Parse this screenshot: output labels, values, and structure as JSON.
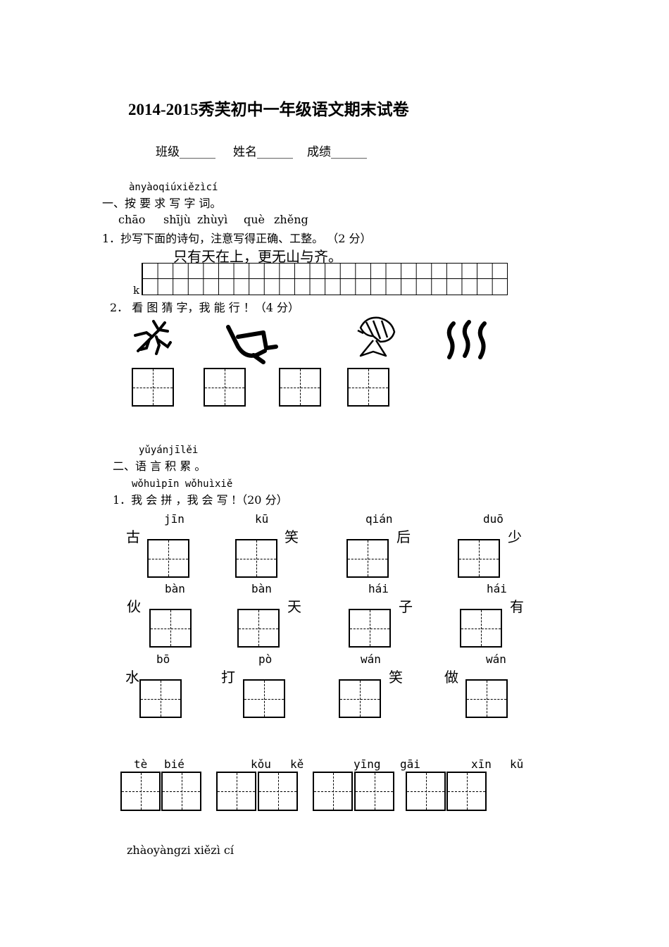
{
  "title": "2014-2015秀芙初中一年级语文期末试卷",
  "info": {
    "class_label": "班级______",
    "name_label": "姓名______",
    "score_label": "成绩______"
  },
  "section1": {
    "pinyin": "ànyàoqiúxiězìcí",
    "heading": "一、按 要  求  写 字 词。",
    "q1_pinyin": [
      "chāo",
      "shījù",
      "zhùyì",
      "què",
      "zhěng"
    ],
    "q1_text": "1．抄写下面的诗句，注意写得正确、工整。 （2 分）",
    "poem": "只有天在上，更无山与齐。",
    "q2_pinyin_k": "k",
    "q2_text": "2． 看 图 猜 字，我 能  行 ！（4 分）",
    "q2_small_1": "能",
    "q2_small_2": "行",
    "pictographs": [
      "insect-pictograph-icon",
      "vessel-pictograph-icon",
      "fish-pictograph-icon",
      "water-pictograph-icon"
    ]
  },
  "section2": {
    "pinyin": "yǔyánjīlěi",
    "heading": "二、语 言 积 累 。",
    "q1_pinyin": "wǒhuìpīn  wǒhuìxiě",
    "q1_text": "1．我 会  拼 ，我 会  写 !（20 分）",
    "row1": [
      {
        "pinyin": "jīn",
        "char": "古"
      },
      {
        "pinyin": "kū",
        "char": "笑"
      },
      {
        "pinyin": "qián",
        "char": "后"
      },
      {
        "pinyin": "duō",
        "char": "少"
      }
    ],
    "row2": [
      {
        "pinyin": "bàn",
        "char": "伙"
      },
      {
        "pinyin": "bàn",
        "char": "天"
      },
      {
        "pinyin": "hái",
        "char": "子"
      },
      {
        "pinyin": "hái",
        "char": "有"
      }
    ],
    "row3": [
      {
        "pinyin": "bō",
        "char": "水"
      },
      {
        "pinyin": "pò",
        "char": "打"
      },
      {
        "pinyin": "wán",
        "char": "笑"
      },
      {
        "pinyin": "wán",
        "char": "做"
      }
    ],
    "row4_pinyin": [
      "tè",
      "bié",
      "kǒu",
      "kě",
      "yīng",
      "gāi",
      "xīn",
      "kǔ"
    ],
    "q2_pinyin": "zhàoyàngzi xiězì cí"
  }
}
